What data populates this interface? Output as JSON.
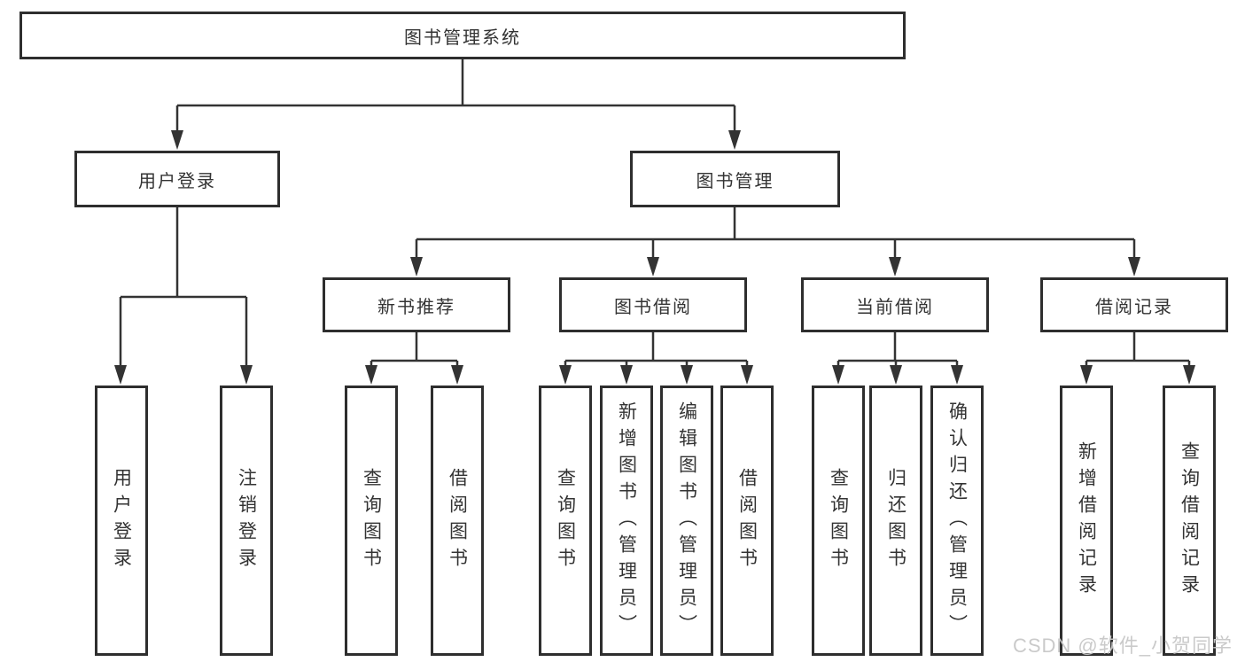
{
  "root": {
    "label": "图书管理系统"
  },
  "level2": {
    "left": "用户登录",
    "right": "图书管理"
  },
  "level3": [
    "新书推荐",
    "图书借阅",
    "当前借阅",
    "借阅记录"
  ],
  "leaves": {
    "user_login": [
      "用户登录",
      "注销登录"
    ],
    "new_books": [
      "查询图书",
      "借阅图书"
    ],
    "book_borrow": [
      "查询图书",
      "新增图书（管理员）",
      "编辑图书（管理员）",
      "借阅图书"
    ],
    "current_borrow": [
      "查询图书",
      "归还图书",
      "确认归还（管理员）"
    ],
    "borrow_records": [
      "新增借阅记录",
      "查询借阅记录"
    ]
  },
  "watermark": "CSDN @软件_小贺同学",
  "colors": {
    "line": "#333333",
    "box-border": "#2e2e2e",
    "text": "#333333",
    "background": "#ffffff",
    "watermark": "#c8c8c8"
  }
}
